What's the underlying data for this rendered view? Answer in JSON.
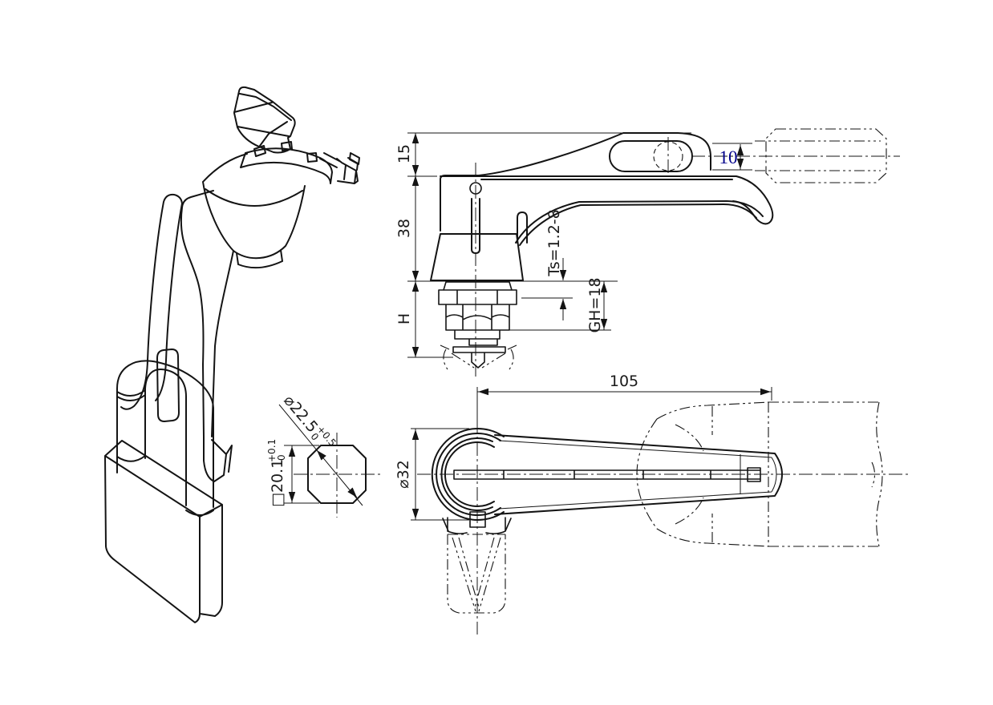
{
  "colors": {
    "background": "#ffffff",
    "line": "#141414",
    "dim_text": "#1a1a1a",
    "highlight_dim": "#00008B"
  },
  "dims": {
    "d15": "15",
    "d38": "38",
    "dH": "H",
    "ts": "Ts=1.2-8",
    "gh": "GH=18",
    "d10": "10",
    "d105": "105",
    "d32": "⌀32",
    "oct_dia": "⌀22.5",
    "oct_dia_tol_up": "+0.5",
    "oct_dia_tol_dn": "0",
    "oct_sq": "□20.1",
    "oct_sq_tol_up": "+0.1",
    "oct_sq_tol_dn": "0"
  }
}
